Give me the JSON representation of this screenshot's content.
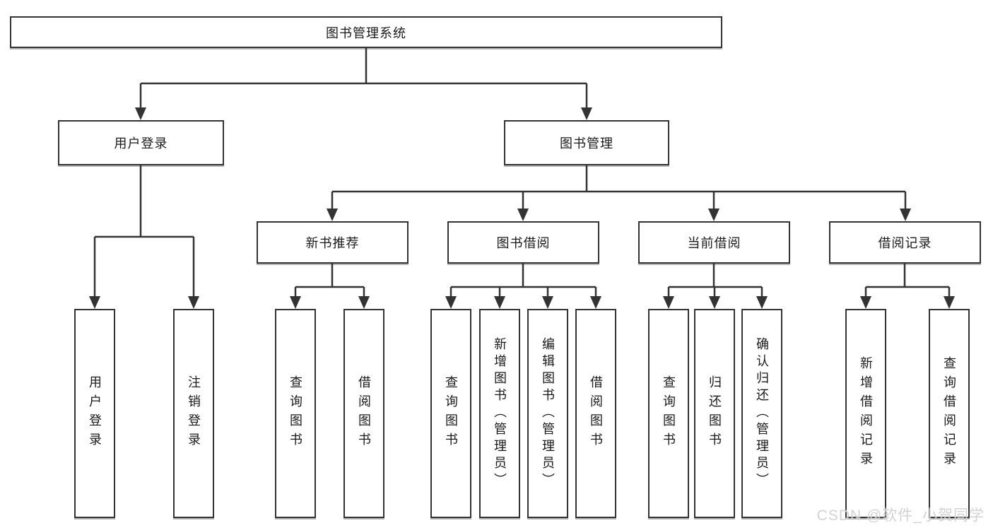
{
  "diagram": {
    "root": "图书管理系统",
    "level2": [
      "用户登录",
      "图书管理"
    ],
    "level3": [
      "新书推荐",
      "图书借阅",
      "当前借阅",
      "借阅记录"
    ],
    "leaf_groups": [
      [
        "用户登录",
        "注销登录"
      ],
      [
        "查询图书",
        "借阅图书"
      ],
      [
        "查询图书",
        "新增图书（管理员）",
        "编辑图书（管理员）",
        "借阅图书"
      ],
      [
        "查询图书",
        "归还图书",
        "确认归还（管理员）"
      ],
      [
        "新增借阅记录",
        "查询借阅记录"
      ]
    ]
  },
  "watermark": "CSDN @软件_小贺同学",
  "colors": {
    "line": "#333333",
    "box_border": "#333333",
    "text": "#1a1a1a",
    "background": "#ffffff",
    "watermark": "#cecece"
  }
}
